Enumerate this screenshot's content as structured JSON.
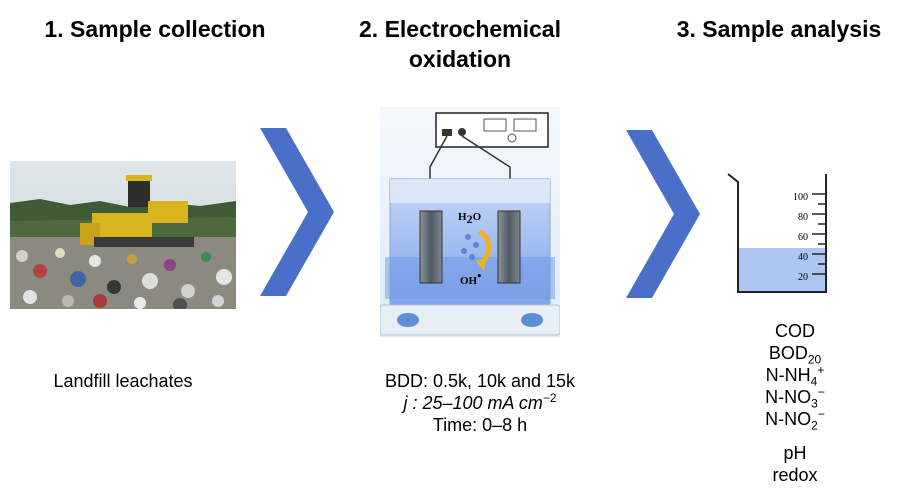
{
  "steps": [
    {
      "title": "1. Sample collection",
      "caption": "Landfill leachates"
    },
    {
      "title_line1": "2. Electrochemical",
      "title_line2": "oxidation",
      "caption_lines": [
        "BDD: 0.5k, 10k and 15k",
        "j : 25–100 mA cm",
        "Time: 0–8 h"
      ],
      "current_sup": "−2",
      "cell_labels": {
        "water": "H",
        "water_sub": "2",
        "water_tail": "O",
        "radical": "OH",
        "radical_sup": "•"
      }
    },
    {
      "title": "3. Sample analysis",
      "beaker_ticks": [
        "100",
        "80",
        "60",
        "40",
        "20"
      ],
      "parameters": {
        "cod": "COD",
        "bod_base": "BOD",
        "bod_sub": "20",
        "nh4_base": "N-NH",
        "nh4_sub": "4",
        "nh4_sup": "+",
        "no3_base": "N-NO",
        "no3_sub": "3",
        "no3_sup": "−",
        "no2_base": "N-NO",
        "no2_sub": "2",
        "no2_sup": "−",
        "ph": "pH",
        "redox": "redox"
      }
    }
  ],
  "colors": {
    "arrow": "#4a6fc8",
    "solution": "#8fb2f0",
    "beaker_liquid": "#aec6f2"
  }
}
